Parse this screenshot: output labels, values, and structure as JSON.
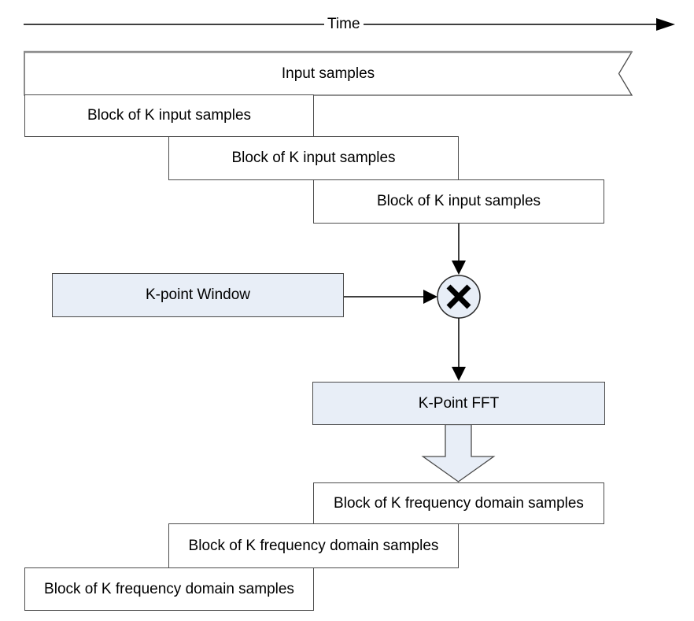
{
  "diagram": {
    "time_label": "Time",
    "input_stream_label": "Input samples",
    "input_blocks": [
      {
        "label": "Block of K input samples"
      },
      {
        "label": "Block of K input samples"
      },
      {
        "label": "Block of K input samples"
      }
    ],
    "window_label": "K-point Window",
    "fft_label": "K-Point FFT",
    "output_blocks": [
      {
        "label": "Block of K frequency domain samples"
      },
      {
        "label": "Block of K frequency domain samples"
      },
      {
        "label": "Block of K frequency domain samples"
      }
    ],
    "icons": {
      "multiply_node": "multiply-icon",
      "time_axis_arrowhead": "right-arrow-icon",
      "block_to_multiply_arrow": "down-arrow-icon",
      "window_to_multiply_arrow": "right-arrow-icon",
      "multiply_to_fft_arrow": "down-arrow-icon",
      "fft_output_arrow": "block-down-arrow-icon"
    },
    "colors": {
      "process_fill": "#E8EEF7",
      "box_border": "#4d4d4d",
      "line_color": "#000000",
      "input_box_top_edge": "#8a8a8a"
    }
  }
}
